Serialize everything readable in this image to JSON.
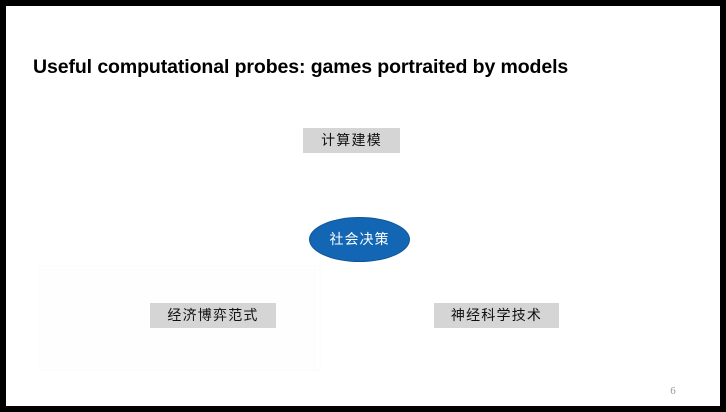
{
  "slide": {
    "title": "Useful computational probes: games portraited by models",
    "page_number": "6",
    "background_color": "#ffffff",
    "frame_color": "#000000"
  },
  "diagram": {
    "center_node": {
      "label": "社会决策",
      "shape": "ellipse",
      "fill_color": "#1366b4",
      "text_color": "#ffffff"
    },
    "nodes": [
      {
        "id": "computational-modeling",
        "label": "计算建模",
        "shape": "rectangle",
        "fill_color": "#d5d5d5",
        "text_color": "#111111",
        "position": "top-center"
      },
      {
        "id": "economic-game-paradigm",
        "label": "经济博弈范式",
        "shape": "rectangle",
        "fill_color": "#d5d5d5",
        "text_color": "#111111",
        "position": "bottom-left"
      },
      {
        "id": "neuroscience-technology",
        "label": "神经科学技术",
        "shape": "rectangle",
        "fill_color": "#d5d5d5",
        "text_color": "#111111",
        "position": "bottom-right"
      }
    ]
  }
}
